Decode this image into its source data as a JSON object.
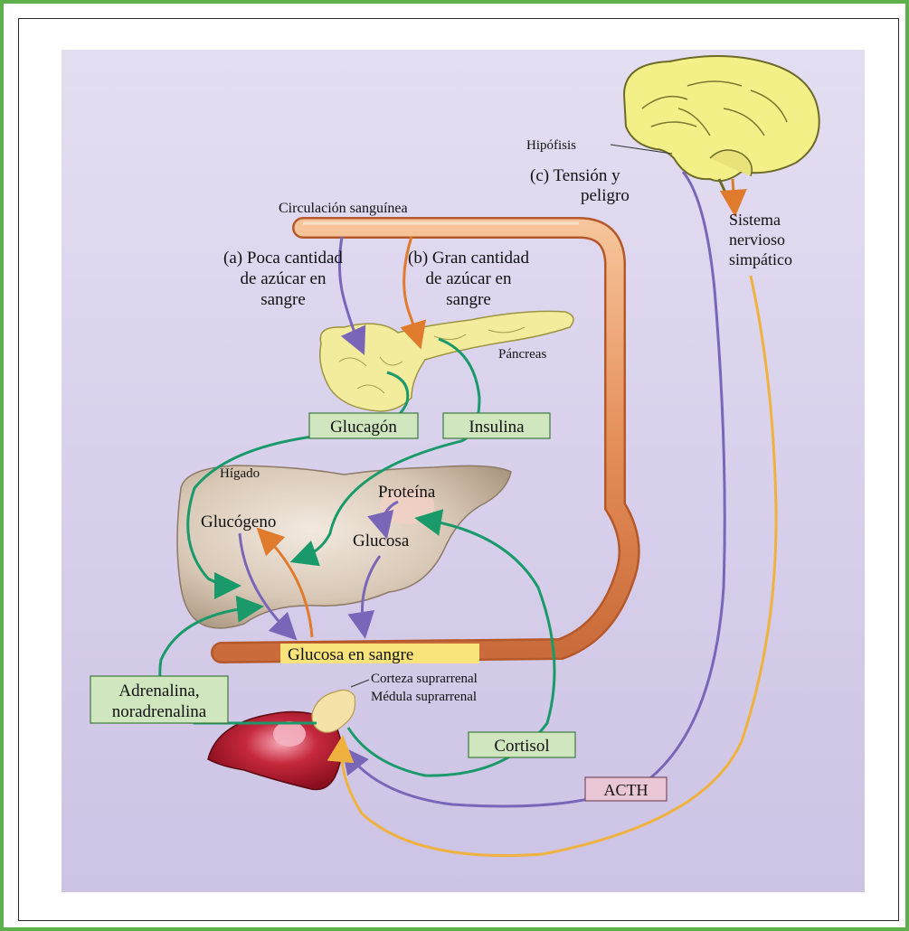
{
  "labels": {
    "hipofisis": "Hipófisis",
    "tension_line1": "(c) Tensión y",
    "tension_line2": "peligro",
    "sistema_line1": "Sistema",
    "sistema_line2": "nervioso",
    "sistema_line3": "simpático",
    "circulacion": "Circulación sanguínea",
    "poca_line1": "(a) Poca cantidad",
    "poca_line2": "de azúcar en",
    "poca_line3": "sangre",
    "gran_line1": "(b) Gran cantidad",
    "gran_line2": "de azúcar en",
    "gran_line3": "sangre",
    "pancreas": "Páncreas",
    "glucagon": "Glucagón",
    "insulina": "Insulina",
    "higado": "Hígado",
    "proteina": "Proteína",
    "glucogeno": "Glucógeno",
    "glucosa": "Glucosa",
    "glucosa_sangre": "Glucosa en sangre",
    "corteza": "Corteza suprarrenal",
    "medula": "Médula suprarrenal",
    "adrenalina_line1": "Adrenalina,",
    "adrenalina_line2": "noradrenalina",
    "cortisol": "Cortisol",
    "acth": "ACTH"
  },
  "colors": {
    "frame": "#5db04a",
    "panel_top": "#e2dcf0",
    "panel_bottom": "#cfc6e6",
    "hormone_box": "#cfe6bf",
    "hormone_border": "#3c7a3c",
    "acth_box": "#e8c6d6",
    "green_arrow": "#1a9a6a",
    "purple_arrow": "#7a66b8",
    "orange_arrow": "#e07b2e",
    "yellow_arrow": "#f0b23e",
    "vessel": "#e8a070",
    "blood_label_bg": "#f7e37a",
    "brain": "#f3f088",
    "pancreas": "#f3ec9c",
    "liver": "#d8c4b0",
    "kidney": "#b8202e"
  }
}
